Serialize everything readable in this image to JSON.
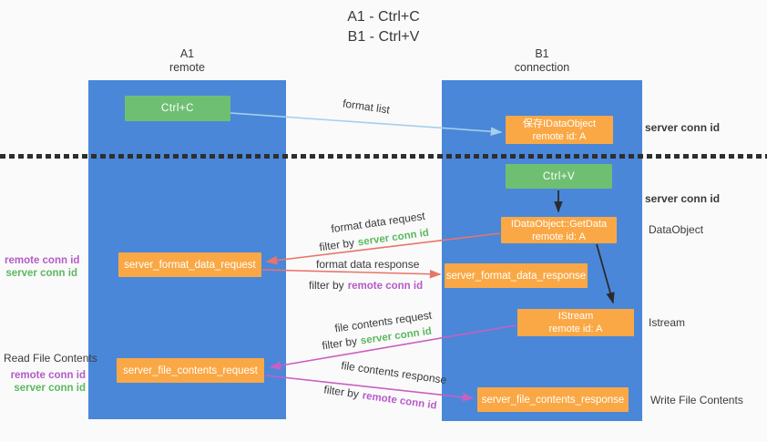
{
  "title": {
    "line1": "A1 - Ctrl+C",
    "line2": "B1 - Ctrl+V"
  },
  "columns": {
    "a1": {
      "id": "A1",
      "role": "remote"
    },
    "b1": {
      "id": "B1",
      "role": "connection"
    }
  },
  "nodes": {
    "ctrl_c": {
      "label": "Ctrl+C"
    },
    "save_idataobject": {
      "line1": "保存IDataObject",
      "line2": "remote id: A"
    },
    "ctrl_v": {
      "label": "Ctrl+V"
    },
    "getdata": {
      "line1": "IDataObject::GetData",
      "line2": "remote id: A"
    },
    "format_request": {
      "label": "server_format_data_request"
    },
    "format_response": {
      "label": "server_format_data_response"
    },
    "istream": {
      "line1": "IStream",
      "line2": "remote id: A"
    },
    "file_request": {
      "label": "server_file_contents_request"
    },
    "file_response": {
      "label": "server_file_contents_response"
    }
  },
  "flow_labels": {
    "format_list": "format list",
    "format_data_request": "format data request",
    "format_data_response": "format data response",
    "file_contents_request": "file contents request",
    "file_contents_response": "file contents response",
    "filter_by": "filter by",
    "server_conn_id": "server conn id",
    "remote_conn_id": "remote conn id"
  },
  "side_labels": {
    "right": {
      "server_conn_id_top": "server conn id",
      "server_conn_id_mid": "server conn id",
      "dataobject": "DataObject",
      "istream": "Istream",
      "write_file_contents": "Write File Contents"
    },
    "left": {
      "format": {
        "remote": "remote conn id",
        "server": "server conn id"
      },
      "file": {
        "title": "Read File Contents",
        "remote": "remote conn id",
        "server": "server conn id"
      }
    }
  },
  "colors": {
    "lane_blue": "#4a87d9",
    "box_green": "#6fbf73",
    "box_orange": "#faa845",
    "accent_green": "#5cb860",
    "accent_purple": "#b55bc8",
    "arrow_red": "#e8756a",
    "arrow_magenta": "#c95fc2",
    "arrow_light_blue": "#a5cfec",
    "arrow_black": "#2b2b2b"
  }
}
